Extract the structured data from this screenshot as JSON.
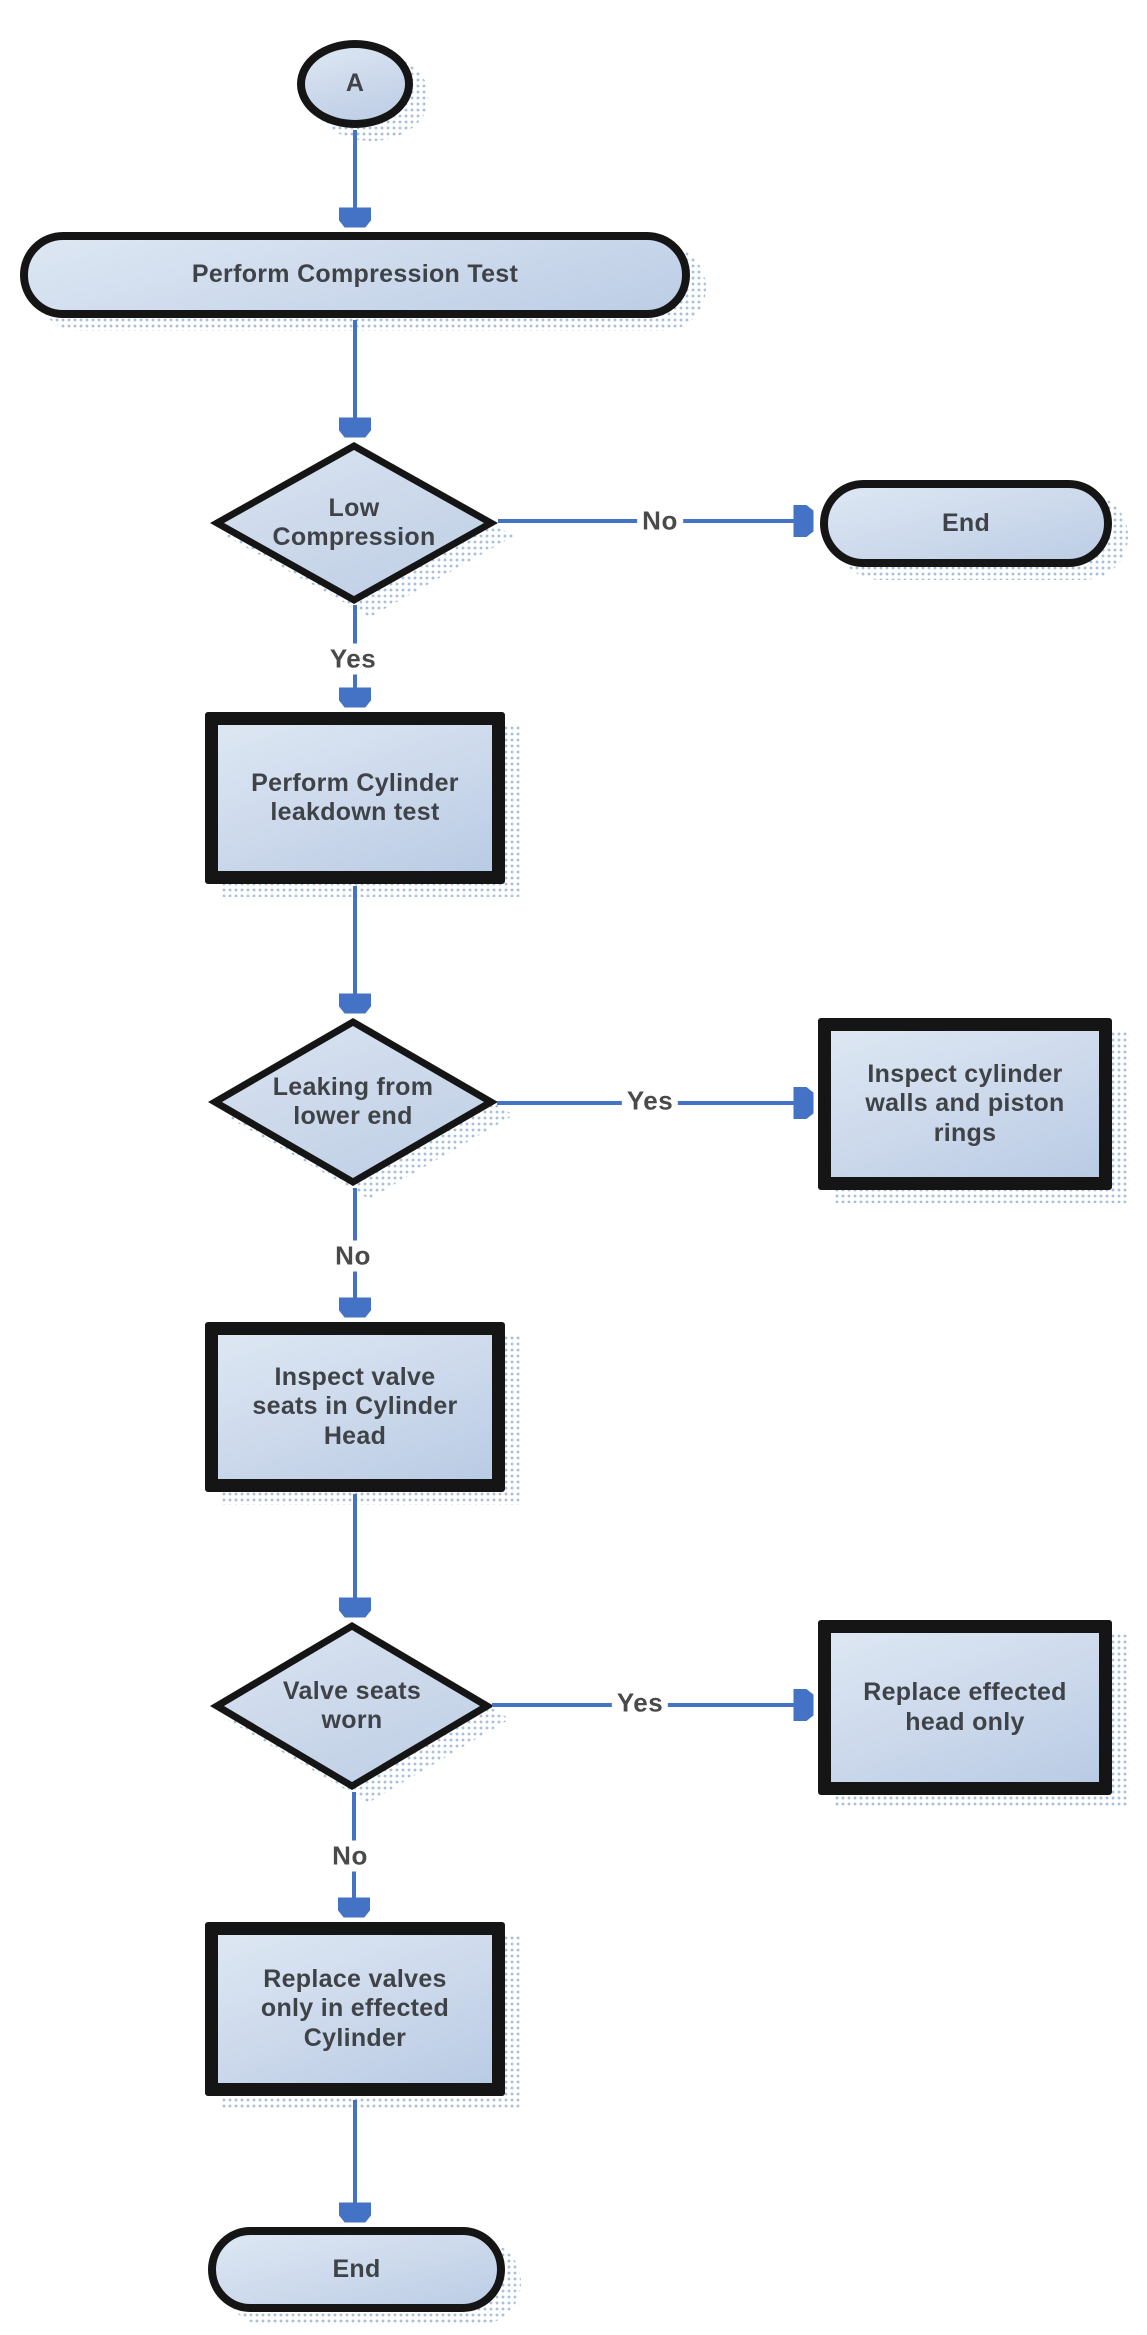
{
  "diagram": {
    "type": "flowchart",
    "connector_color": "#4472c4",
    "shape_fill_top": "#dde7f3",
    "shape_fill_bottom": "#bccde5",
    "shape_border_color": "#151515",
    "shadow_dot_color": "#a7bfdd",
    "text_color": "#3f4347",
    "edge_label_color": "#4a4a4a"
  },
  "nodes": [
    {
      "id": "A",
      "type": "connector",
      "label": "A"
    },
    {
      "id": "perform-compression-test",
      "type": "terminator",
      "label": "Perform Compression Test"
    },
    {
      "id": "low-compression",
      "type": "decision",
      "label": "Low Compression"
    },
    {
      "id": "end-top",
      "type": "terminator",
      "label": "End"
    },
    {
      "id": "perform-cylinder-leakdown-test",
      "type": "process",
      "label": "Perform Cylinder leakdown test"
    },
    {
      "id": "leaking-from-lower-end",
      "type": "decision",
      "label": "Leaking from lower end"
    },
    {
      "id": "inspect-cylinder-walls-and-piston-rings",
      "type": "process",
      "label": "Inspect cylinder walls and piston rings"
    },
    {
      "id": "inspect-valve-seats-in-cylinder-head",
      "type": "process",
      "label": "Inspect valve seats in Cylinder Head"
    },
    {
      "id": "valve-seats-worn",
      "type": "decision",
      "label": "Valve seats worn"
    },
    {
      "id": "replace-effected-head-only",
      "type": "process",
      "label": "Replace effected head only"
    },
    {
      "id": "replace-valves-only-in-effected-cylinder",
      "type": "process",
      "label": "Replace valves only in effected Cylinder"
    },
    {
      "id": "end-bottom",
      "type": "terminator",
      "label": "End"
    }
  ],
  "edges": [
    {
      "from": "A",
      "to": "perform-compression-test",
      "label": ""
    },
    {
      "from": "perform-compression-test",
      "to": "low-compression",
      "label": ""
    },
    {
      "from": "low-compression",
      "to": "end-top",
      "label": "No"
    },
    {
      "from": "low-compression",
      "to": "perform-cylinder-leakdown-test",
      "label": "Yes"
    },
    {
      "from": "perform-cylinder-leakdown-test",
      "to": "leaking-from-lower-end",
      "label": ""
    },
    {
      "from": "leaking-from-lower-end",
      "to": "inspect-cylinder-walls-and-piston-rings",
      "label": "Yes"
    },
    {
      "from": "leaking-from-lower-end",
      "to": "inspect-valve-seats-in-cylinder-head",
      "label": "No"
    },
    {
      "from": "inspect-valve-seats-in-cylinder-head",
      "to": "valve-seats-worn",
      "label": ""
    },
    {
      "from": "valve-seats-worn",
      "to": "replace-effected-head-only",
      "label": "Yes"
    },
    {
      "from": "valve-seats-worn",
      "to": "replace-valves-only-in-effected-cylinder",
      "label": "No"
    },
    {
      "from": "replace-valves-only-in-effected-cylinder",
      "to": "end-bottom",
      "label": ""
    }
  ]
}
